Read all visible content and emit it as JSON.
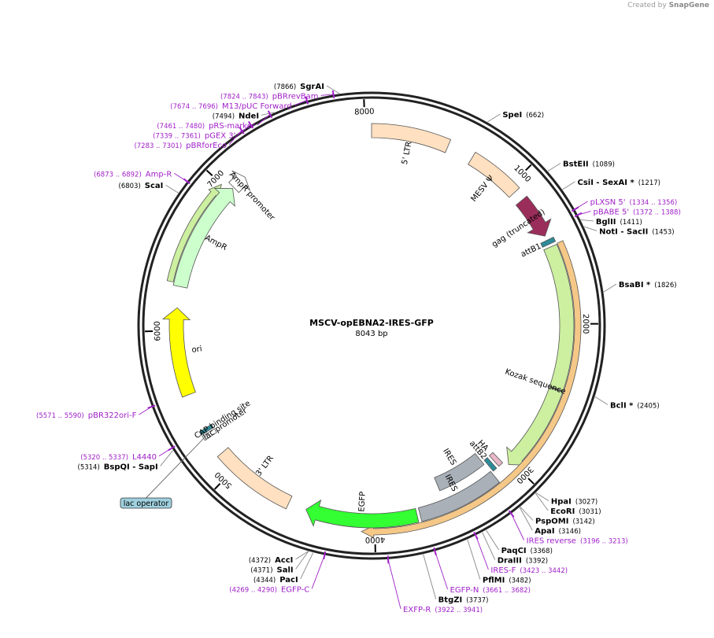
{
  "credit": {
    "prefix": "Created by",
    "brand": "SnapGene"
  },
  "plasmid": {
    "name": "MSCV-opEBNA2-IRES-GFP",
    "length_label": "8043 bp",
    "total_bp": 8043
  },
  "ticks": [
    {
      "label": "1000",
      "bp": 1000
    },
    {
      "label": "2000",
      "bp": 2000
    },
    {
      "label": "3000",
      "bp": 3000
    },
    {
      "label": "4000",
      "bp": 4000
    },
    {
      "label": "5000",
      "bp": 5000
    },
    {
      "label": "6000",
      "bp": 6000
    },
    {
      "label": "7000",
      "bp": 7000
    },
    {
      "label": "8000",
      "bp": 8000
    }
  ],
  "features": [
    {
      "name": "5' LTR",
      "start": 0,
      "end": 515,
      "color": "#ffe0c0",
      "shape": "box",
      "ring": 1
    },
    {
      "name": "MESV Ψ",
      "start": 690,
      "end": 1050,
      "color": "#ffe0c0",
      "shape": "box",
      "ring": 1
    },
    {
      "name": "gag (truncated)",
      "start": 1120,
      "end": 1400,
      "color": "#9b2d5b",
      "shape": "arrow",
      "ring": 1
    },
    {
      "name": "attB1",
      "start": 1430,
      "end": 1460,
      "color": "#2e8b99",
      "shape": "box",
      "ring": 1
    },
    {
      "name": "",
      "start": 1480,
      "end": 3025,
      "color": "#ccefa0",
      "shape": "arrow",
      "ring": 1
    },
    {
      "name": "",
      "start": 1475,
      "end": 4085,
      "color": "#f5c888",
      "shape": "arrow",
      "ring": 0
    },
    {
      "name": "Kozak sequence",
      "start": 2432,
      "end": 2442,
      "color": "#555555",
      "shape": "tick",
      "ring": 1
    },
    {
      "name": "HA",
      "start": 3045,
      "end": 3080,
      "color": "#e8b8c8",
      "shape": "box",
      "ring": 2
    },
    {
      "name": "attB2",
      "start": 3100,
      "end": 3130,
      "color": "#2e8b99",
      "shape": "box",
      "ring": 2
    },
    {
      "name": "IRES",
      "start": 3150,
      "end": 3520,
      "color": "#a9b0b8",
      "shape": "box",
      "ring": 3
    },
    {
      "name": "IRES",
      "start": 3145,
      "end": 3700,
      "color": "#a9b0b8",
      "shape": "box",
      "ring": 1
    },
    {
      "name": "EGFP",
      "start": 3720,
      "end": 4460,
      "color": "#33ff33",
      "shape": "arrow",
      "ring": 1
    },
    {
      "name": "3' LTR",
      "start": 4580,
      "end": 5130,
      "color": "#ffe0c0",
      "shape": "box",
      "ring": 1
    },
    {
      "name": "lac promoter",
      "start": 5260,
      "end": 5290,
      "color": "#ffffff",
      "shape": "box",
      "ring": 1
    },
    {
      "name": "CAP binding site",
      "start": 5300,
      "end": 5325,
      "color": "#2e8b99",
      "shape": "box",
      "ring": 1
    },
    {
      "name": "ori",
      "start": 5570,
      "end": 6150,
      "color": "#ffff00",
      "shape": "arrow",
      "ring": 1
    },
    {
      "name": "",
      "start": 6310,
      "end": 7000,
      "color": "#ccefa0",
      "shape": "arrow",
      "ring": 0
    },
    {
      "name": "AmpR",
      "start": 6290,
      "end": 7030,
      "color": "#ccffcc",
      "shape": "arrow",
      "ring": 1
    },
    {
      "name": "AmpR promoter",
      "start": 7040,
      "end": 7140,
      "color": "#ffffff",
      "shape": "arrow",
      "ring": 1
    }
  ],
  "cut_sites": [
    {
      "name": "SgrAI",
      "pos": "(7866)",
      "bp": 7866
    },
    {
      "name": "SpeI",
      "pos": "(662)",
      "bp": 662
    },
    {
      "name": "BstEII",
      "pos": "(1089)",
      "bp": 1089
    },
    {
      "name": "CsiI  - SexAI *",
      "pos": "(1217)",
      "bp": 1217
    },
    {
      "name": "BglII",
      "pos": "(1411)",
      "bp": 1411
    },
    {
      "name": "NotI  - SacII",
      "pos": "(1453)",
      "bp": 1453
    },
    {
      "name": "BsaBI *",
      "pos": "(1826)",
      "bp": 1826
    },
    {
      "name": "BclI *",
      "pos": "(2405)",
      "bp": 2405
    },
    {
      "name": "HpaI",
      "pos": "(3027)",
      "bp": 3027
    },
    {
      "name": "EcoRI",
      "pos": "(3031)",
      "bp": 3031
    },
    {
      "name": "PspOMI",
      "pos": "(3142)",
      "bp": 3142
    },
    {
      "name": "ApaI",
      "pos": "(3146)",
      "bp": 3146
    },
    {
      "name": "PaqCI",
      "pos": "(3368)",
      "bp": 3368
    },
    {
      "name": "DraIII",
      "pos": "(3392)",
      "bp": 3392
    },
    {
      "name": "PflMI",
      "pos": "(3482)",
      "bp": 3482
    },
    {
      "name": "BtgZI",
      "pos": "(3737)",
      "bp": 3737
    },
    {
      "name": "PacI",
      "pos": "(4344)",
      "bp": 4344
    },
    {
      "name": "SalI",
      "pos": "(4371)",
      "bp": 4371
    },
    {
      "name": "AccI",
      "pos": "(4372)",
      "bp": 4372
    },
    {
      "name": "BspQI  - SapI",
      "pos": "(5314)",
      "bp": 5314
    },
    {
      "name": "ScaI",
      "pos": "(6803)",
      "bp": 6803
    },
    {
      "name": "NdeI",
      "pos": "(7494)",
      "bp": 7494
    }
  ],
  "primers": [
    {
      "name": "pBRrevBam",
      "range": "(7824 .. 7843)",
      "bp": 7834
    },
    {
      "name": "M13/pUC Forward",
      "range": "(7674 .. 7696)",
      "bp": 7685
    },
    {
      "name": "pRS-marker",
      "range": "(7461 .. 7480)",
      "bp": 7470
    },
    {
      "name": "pGEX 3'",
      "range": "(7339 .. 7361)",
      "bp": 7350
    },
    {
      "name": "pBRforEco",
      "range": "(7283 .. 7301)",
      "bp": 7292
    },
    {
      "name": "pLXSN 5'",
      "range": "(1334 .. 1356)",
      "bp": 1345
    },
    {
      "name": "pBABE 5'",
      "range": "(1372 .. 1388)",
      "bp": 1380
    },
    {
      "name": "IRES reverse",
      "range": "(3196 .. 3213)",
      "bp": 3204
    },
    {
      "name": "IRES-F",
      "range": "(3423 .. 3442)",
      "bp": 3432
    },
    {
      "name": "EGFP-N",
      "range": "(3661 .. 3682)",
      "bp": 3671
    },
    {
      "name": "EXFP-R",
      "range": "(3922 .. 3941)",
      "bp": 3931
    },
    {
      "name": "EGFP-C",
      "range": "(4269 .. 4290)",
      "bp": 4280
    },
    {
      "name": "L4440",
      "range": "(5320 .. 5337)",
      "bp": 5328
    },
    {
      "name": "pBR322ori-F",
      "range": "(5571 .. 5590)",
      "bp": 5580
    },
    {
      "name": "Amp-R",
      "range": "(6873 .. 6892)",
      "bp": 6882
    }
  ],
  "lac_operator": {
    "label": "lac operator",
    "bp": 5285
  },
  "colors": {
    "backbone": "#222222",
    "primer": "#a020c8",
    "enzyme_line": "#888888",
    "enzyme_text": "#000000"
  }
}
